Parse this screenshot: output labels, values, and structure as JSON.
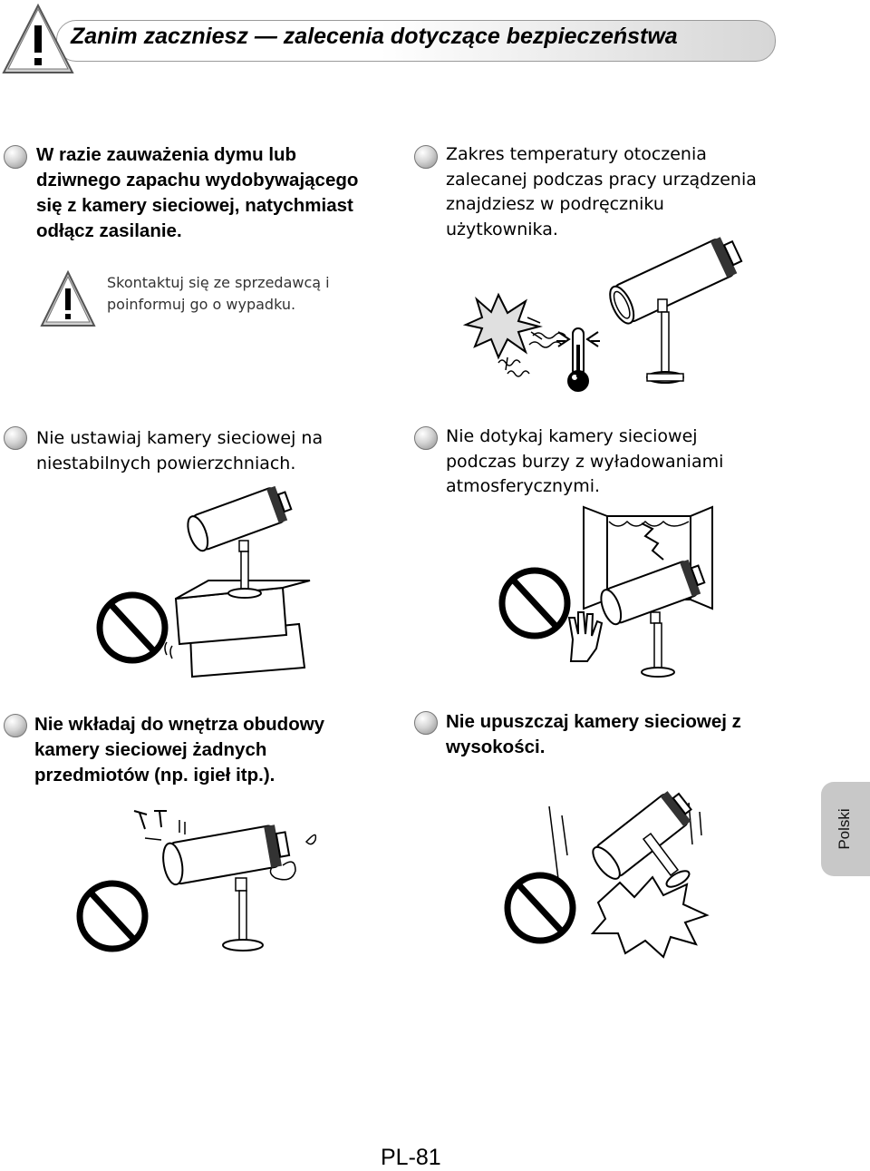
{
  "header": {
    "title": "Zanim zaczniesz — zalecenia dotyczące bezpieczeństwa"
  },
  "items": [
    {
      "text": "W razie zauważenia dymu lub\ndziwnego zapachu wydobywającego\nsię z kamery sieciowej, natychmiast\nodłącz zasilanie."
    },
    {
      "text": "Zakres temperatury otoczenia\nzalecanej podczas pracy urządzenia\nznajdziesz w podręczniku\nużytkownika."
    },
    {
      "text": "Nie ustawiaj kamery sieciowej na\nniestabilnych powierzchniach."
    },
    {
      "text": "Nie dotykaj kamery sieciowej\npodczas burzy z wyładowaniami\natmosferycznymi."
    },
    {
      "text": "Nie wkładaj do wnętrza obudowy\nkamery sieciowej żadnych\nprzedmiotów (np. igieł itp.)."
    },
    {
      "text": "Nie upuszczaj kamery sieciowej z\nwysokości."
    }
  ],
  "note": {
    "text": "Skontaktuj się ze sprzedawcą i\npoinformuj go o wypadku."
  },
  "language_tab": "Polski",
  "page_number": "PL-81",
  "icons": {
    "header": "warning-triangle-icon",
    "note": "warning-triangle-icon",
    "prohibited": "prohibited-icon"
  },
  "colors": {
    "header_gradient_end": "#d6d6d6",
    "tab_background": "#c8c8c8",
    "bullet_mid": "#d4d4d4"
  }
}
